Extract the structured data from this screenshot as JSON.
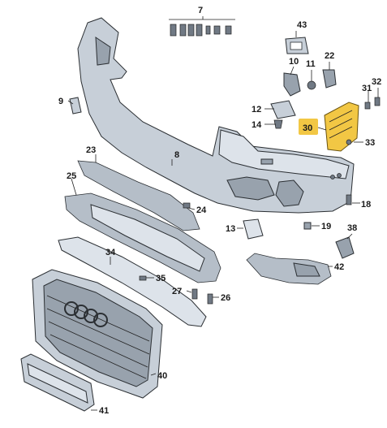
{
  "diagram": {
    "labels": [
      {
        "id": "7",
        "text": "7"
      },
      {
        "id": "43",
        "text": "43"
      },
      {
        "id": "10",
        "text": "10"
      },
      {
        "id": "11",
        "text": "11"
      },
      {
        "id": "22",
        "text": "22"
      },
      {
        "id": "32",
        "text": "32"
      },
      {
        "id": "31",
        "text": "31"
      },
      {
        "id": "9",
        "text": "9"
      },
      {
        "id": "12",
        "text": "12"
      },
      {
        "id": "14",
        "text": "14"
      },
      {
        "id": "30",
        "text": "30"
      },
      {
        "id": "33",
        "text": "33"
      },
      {
        "id": "23",
        "text": "23"
      },
      {
        "id": "8",
        "text": "8"
      },
      {
        "id": "25",
        "text": "25"
      },
      {
        "id": "18",
        "text": "18"
      },
      {
        "id": "24",
        "text": "24"
      },
      {
        "id": "13",
        "text": "13"
      },
      {
        "id": "19",
        "text": "19"
      },
      {
        "id": "38",
        "text": "38"
      },
      {
        "id": "34",
        "text": "34"
      },
      {
        "id": "42",
        "text": "42"
      },
      {
        "id": "35",
        "text": "35"
      },
      {
        "id": "27",
        "text": "27"
      },
      {
        "id": "26",
        "text": "26"
      },
      {
        "id": "40",
        "text": "40"
      },
      {
        "id": "41",
        "text": "41"
      }
    ],
    "highlight_color": "#f2c744"
  }
}
